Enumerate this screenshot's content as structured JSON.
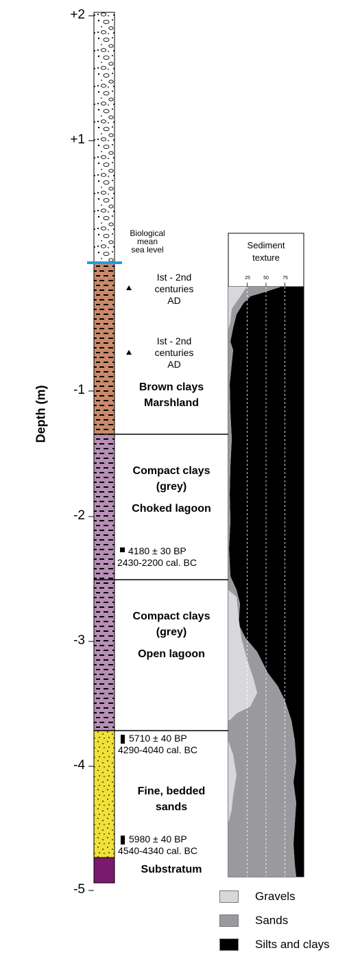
{
  "axis": {
    "label": "Depth (m)",
    "ticks": [
      "+2",
      "+1",
      "-1",
      "-2",
      "-3",
      "-4",
      "-5"
    ]
  },
  "sea_level": {
    "lines": [
      "Biological",
      "mean",
      "sea level"
    ],
    "color": "#1ea0dc"
  },
  "age_markers": [
    {
      "lines": [
        "Ist - 2nd",
        "centuries",
        "AD"
      ]
    },
    {
      "lines": [
        "Ist - 2nd",
        "centuries",
        "AD"
      ]
    }
  ],
  "units": [
    {
      "lines": [
        "Brown clays",
        "Marshland"
      ],
      "color": "#c98a6b"
    },
    {
      "lines": [
        "Compact clays",
        "(grey)",
        "",
        "Choked lagoon"
      ],
      "color": "#b68fb5"
    },
    {
      "lines": [
        "Compact clays",
        "(grey)",
        "",
        "Open lagoon"
      ],
      "color": "#b68fb5"
    },
    {
      "lines": [
        "Fine, bedded",
        "sands"
      ],
      "color": "#f0e03a"
    },
    {
      "lines": [
        "Substratum"
      ],
      "color": "#7a1a6e"
    }
  ],
  "dates": [
    {
      "bp": "4180 ± 30 BP",
      "cal": "2430-2200 cal. BC"
    },
    {
      "bp": "5710 ± 40 BP",
      "cal": "4290-4040 cal. BC"
    },
    {
      "bp": "5980 ± 40 BP",
      "cal": "4540-4340 cal. BC"
    }
  ],
  "texture": {
    "title_lines": [
      "Sediment",
      "texture"
    ],
    "ticks": [
      "25",
      "50",
      "75"
    ]
  },
  "legend": [
    {
      "label": "Gravels",
      "color": "#d8d8dc"
    },
    {
      "label": "Sands",
      "color": "#9a9a9e"
    },
    {
      "label": "Silts and clays",
      "color": "#000000"
    }
  ]
}
